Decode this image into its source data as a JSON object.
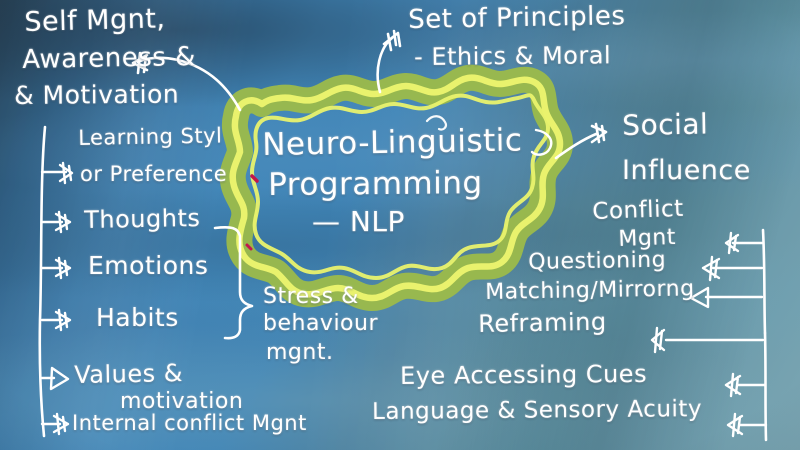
{
  "board": {
    "title": "Neuro-Linguistic Programming mind map",
    "background_colors": {
      "deep_blue": "#2c5a7e",
      "mid_blue": "#4186b8",
      "teal_blue": "#5e92a2",
      "pale_teal": "#7ba6b3"
    },
    "ink_color": "#ffffff",
    "blob_fill": "#9cbb4a",
    "blob_outline": "#e2ee63",
    "accent_red": "#c2184b"
  },
  "center": {
    "line1": "Neuro-Linguistic",
    "line2": "Programming",
    "line3": "— NLP"
  },
  "nodes": {
    "top_left": {
      "line1": "Self Mgnt,",
      "line2": "Awareness &",
      "line3": "& Motivation"
    },
    "top_right": {
      "line1": "Set of Principles",
      "line2": "- Ethics & Moral"
    },
    "right_top": {
      "line1": "Social",
      "line2": "Influence"
    },
    "middle_group": {
      "line1": "Stress &",
      "line2": "behaviour",
      "line3": "mgnt."
    }
  },
  "left_branches": [
    {
      "label": "Learning Styl",
      "label2": "or Preference"
    },
    {
      "label": "Thoughts"
    },
    {
      "label": "Emotions"
    },
    {
      "label": "Habits"
    },
    {
      "label": "Values &",
      "label2": "motivation"
    },
    {
      "label": "Internal conflict Mgnt"
    }
  ],
  "right_branches": [
    {
      "label": "Conflict",
      "label2": "Mgnt"
    },
    {
      "label": "Questioning"
    },
    {
      "label": "Matching/Mirrorng"
    },
    {
      "label": "Reframing"
    },
    {
      "label": "Eye Accessing Cues"
    },
    {
      "label": "Language & Sensory Acuity"
    }
  ]
}
